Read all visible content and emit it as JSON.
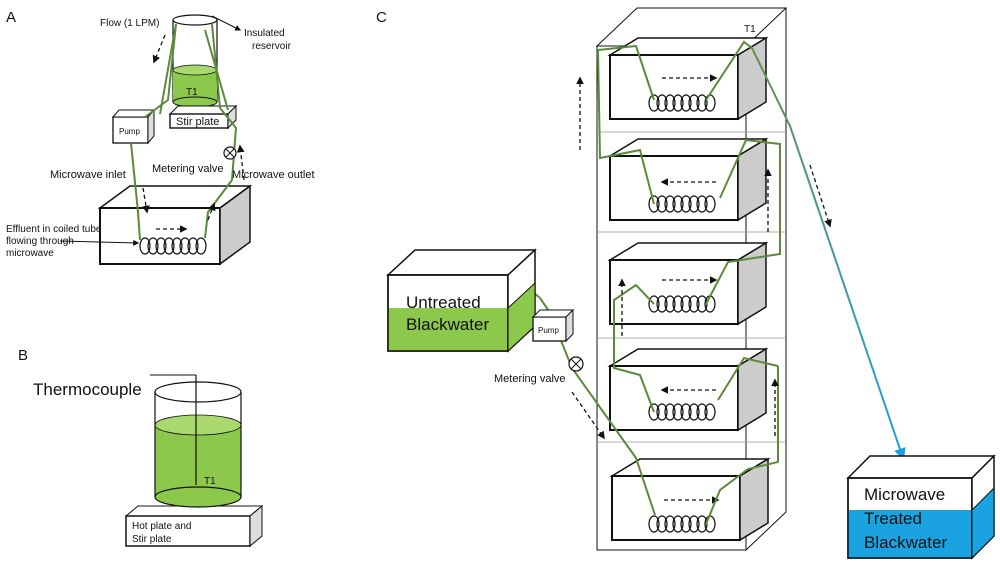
{
  "panels": {
    "a": {
      "label": "A",
      "flow": "Flow (1 LPM)",
      "insulated_1": "Insulated",
      "insulated_2": "reservoir",
      "t1": "T1",
      "pump": "Pump",
      "stir_plate": "Stir plate",
      "metering_valve": "Metering valve",
      "microwave_inlet": "Microwave inlet",
      "microwave_outlet": "Microwave outlet",
      "effluent_1": "Effluent in coiled tube",
      "effluent_2": "flowing through",
      "effluent_3": "microwave"
    },
    "b": {
      "label": "B",
      "thermocouple": "Thermocouple",
      "t1": "T1",
      "hotplate_1": "Hot plate and",
      "hotplate_2": "Stir plate"
    },
    "c": {
      "label": "C",
      "t1": "T1",
      "untreated_1": "Untreated",
      "untreated_2": "Blackwater",
      "pump": "Pump",
      "metering_valve": "Metering valve",
      "treated_1": "Microwave",
      "treated_2": "Treated",
      "treated_3": "Blackwater"
    }
  },
  "colors": {
    "liquid_green": "#8cc84b",
    "pipe_green": "#5b8a3a",
    "treated_blue": "#1aa3e0",
    "box_gray": "#cccccc"
  }
}
